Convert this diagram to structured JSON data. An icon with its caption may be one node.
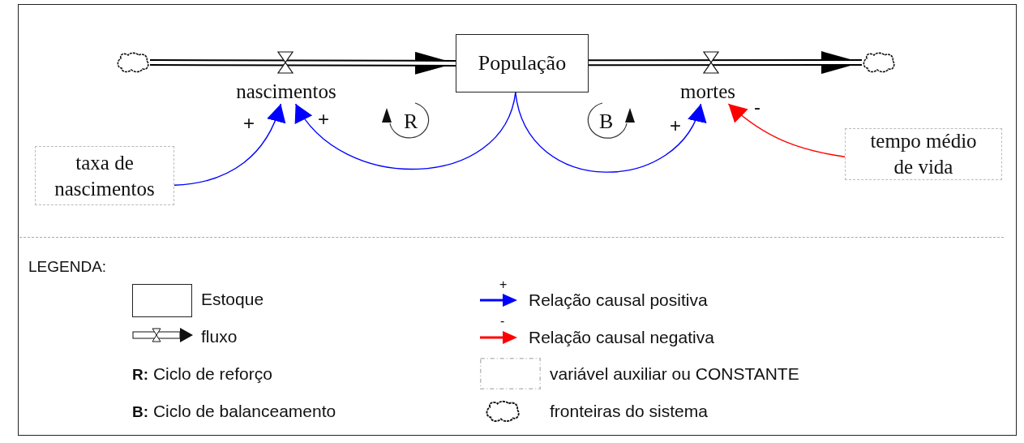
{
  "diagram": {
    "nodes": [
      {
        "text": [],
        "shape": "cloud"
      },
      {
        "text": [
          "nascimentos"
        ]
      },
      {
        "text": [
          "População"
        ]
      },
      {
        "text": [
          "mortes"
        ]
      },
      {
        "text": [],
        "shape": "cloud"
      },
      {
        "text": [
          "taxa de nascimentos"
        ]
      },
      {
        "text": [
          "tempo médio de vida"
        ]
      }
    ],
    "edges": [
      {
        "from": 0,
        "to": 2,
        "arrow": "to",
        "style": "thick",
        "color": "#000000"
      },
      {
        "from": 2,
        "to": 4,
        "arrow": "to",
        "style": "thick",
        "color": "#000000"
      },
      {
        "from": 5,
        "to": 1,
        "arrow": "to",
        "label": "+",
        "color": "#0000ff"
      },
      {
        "from": 2,
        "to": 1,
        "arrow": "to",
        "label": "+",
        "color": "#0000ff"
      },
      {
        "from": 2,
        "to": 3,
        "arrow": "to",
        "label": "+",
        "color": "#0000ff"
      },
      {
        "from": 6,
        "to": 3,
        "arrow": "to",
        "label": "-",
        "color": "#ff0000"
      }
    ],
    "labels": [
      "R",
      "B",
      "LEGENDA:",
      "+",
      "-"
    ],
    "legend": [
      {
        "text": "Estoque"
      },
      {
        "text": "fluxo"
      },
      {
        "text": "**R:** Ciclo de reforço"
      },
      {
        "text": "**B:** Ciclo de balanceamento"
      },
      {
        "text": "Relação causal positiva"
      },
      {
        "text": "Relação causal negativa"
      },
      {
        "text": "variável auxiliar ou CONSTANTE"
      },
      {
        "text": "fronteiras do sistema"
      }
    ]
  }
}
